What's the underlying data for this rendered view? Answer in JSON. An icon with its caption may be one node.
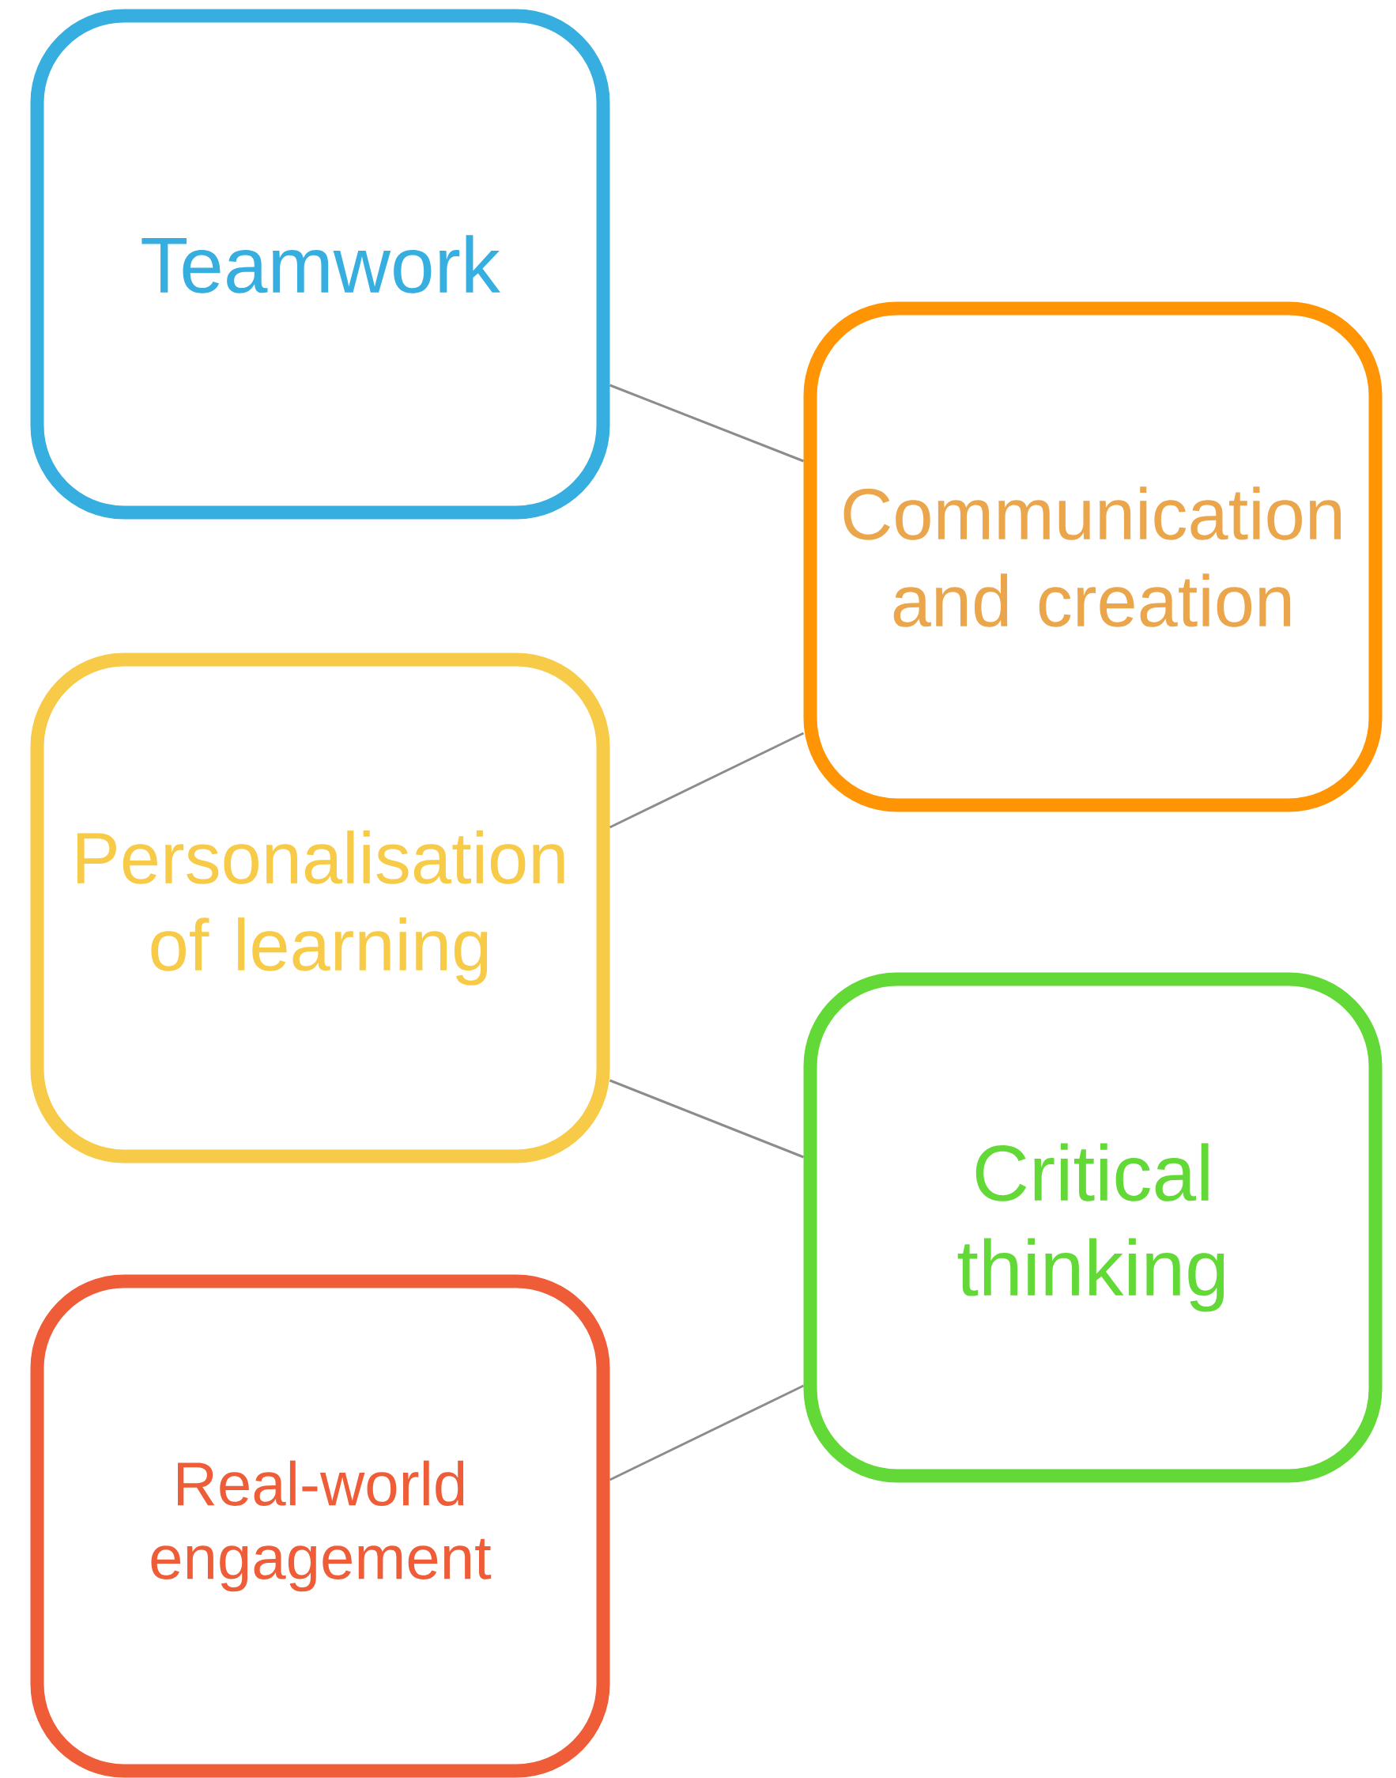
{
  "diagram": {
    "nodes": [
      {
        "text": [
          "Teamwork"
        ]
      },
      {
        "text": [
          "Communication and creation"
        ]
      },
      {
        "text": [
          "Personalisation of learning"
        ]
      },
      {
        "text": [
          "Critical thinking"
        ]
      },
      {
        "text": [
          "Real-world engagement"
        ]
      }
    ],
    "edges": [
      {
        "from": 0,
        "to": 1,
        "arrow": "none"
      },
      {
        "from": 2,
        "to": 1,
        "arrow": "none"
      },
      {
        "from": 2,
        "to": 3,
        "arrow": "none"
      },
      {
        "from": 4,
        "to": 3,
        "arrow": "none"
      }
    ]
  }
}
